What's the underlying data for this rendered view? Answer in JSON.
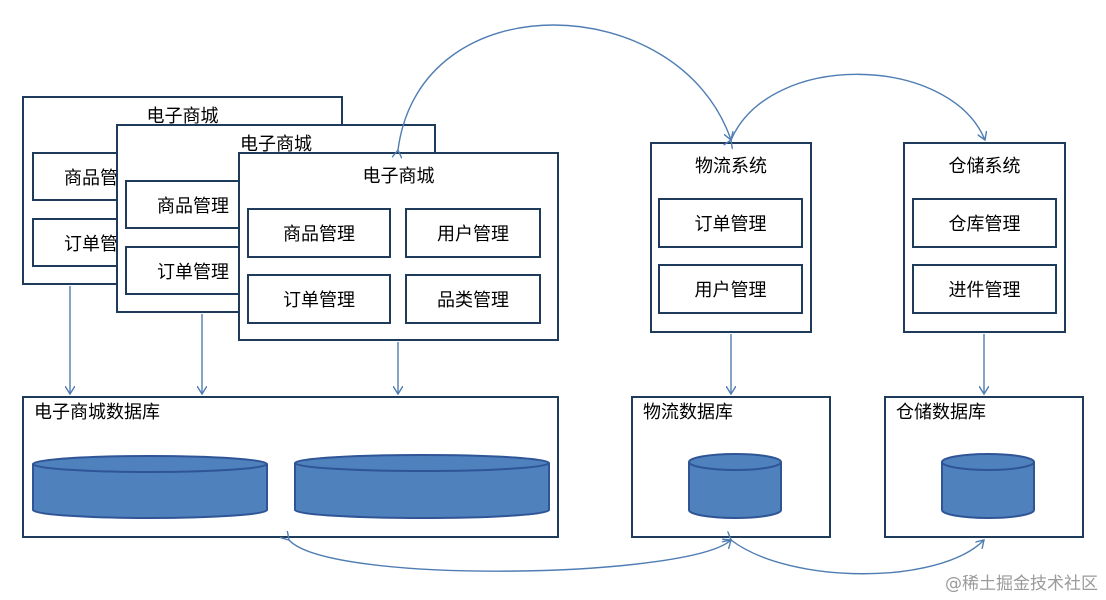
{
  "colors": {
    "border": "#1f3b5c",
    "arrow": "#4f7db3",
    "cylinder_fill": "#4f81bd",
    "cylinder_stroke": "#2f5597"
  },
  "mall_back": {
    "title": "电子商城",
    "modules": [
      "商品管",
      "订单管"
    ]
  },
  "mall_mid": {
    "title": "电子商城",
    "modules": [
      "商品管理",
      "订单管理"
    ]
  },
  "mall_front": {
    "title": "电子商城",
    "modules": [
      "商品管理",
      "用户管理",
      "订单管理",
      "品类管理"
    ]
  },
  "logistics": {
    "title": "物流系统",
    "modules": [
      "订单管理",
      "用户管理"
    ]
  },
  "warehouse": {
    "title": "仓储系统",
    "modules": [
      "仓库管理",
      "进件管理"
    ]
  },
  "databases": {
    "mall": "电子商城数据库",
    "logistics": "物流数据库",
    "warehouse": "仓储数据库"
  },
  "watermark": "@稀土掘金技术社区"
}
